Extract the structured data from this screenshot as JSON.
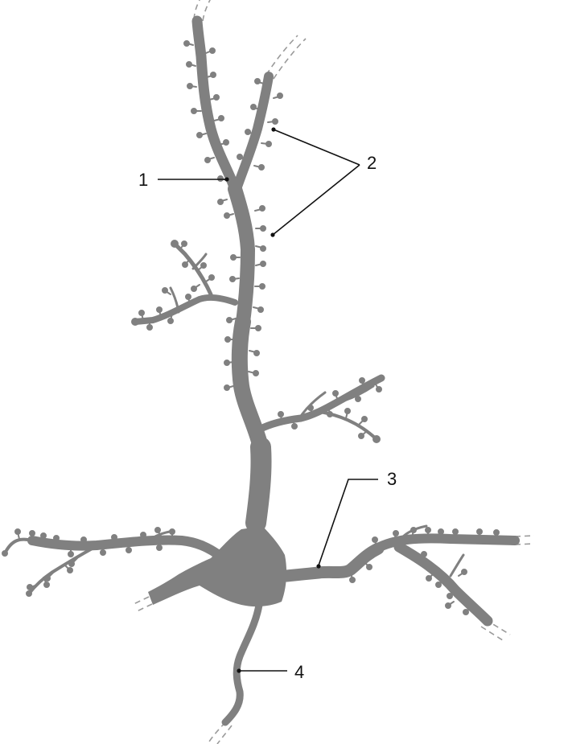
{
  "colors": {
    "neuron": "#808080",
    "leader_line": "#111111",
    "label_text": "#111111",
    "background": "#ffffff"
  },
  "labels": [
    {
      "id": "1",
      "text": "1"
    },
    {
      "id": "2",
      "text": "2"
    },
    {
      "id": "3",
      "text": "3"
    },
    {
      "id": "4",
      "text": "4"
    }
  ]
}
